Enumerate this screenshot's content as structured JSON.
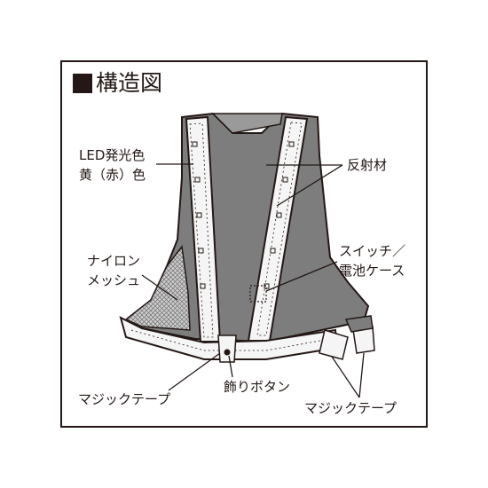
{
  "title": "構造図",
  "labels": {
    "led_line1": "LED発光色",
    "led_line2": "黄（赤）色",
    "reflective": "反射材",
    "switch_line1": "スイッチ／",
    "switch_line2": "電池ケース",
    "nylon_line1": "ナイロン",
    "nylon_line2": "メッシュ",
    "velcro_left": "マジックテープ",
    "button": "飾りボタン",
    "velcro_right": "マジックテープ"
  },
  "colors": {
    "vest_body": "#7d7d7d",
    "reflective_strip": "#f5f5f5",
    "outline": "#231815",
    "mesh": "#bdbdbd"
  }
}
